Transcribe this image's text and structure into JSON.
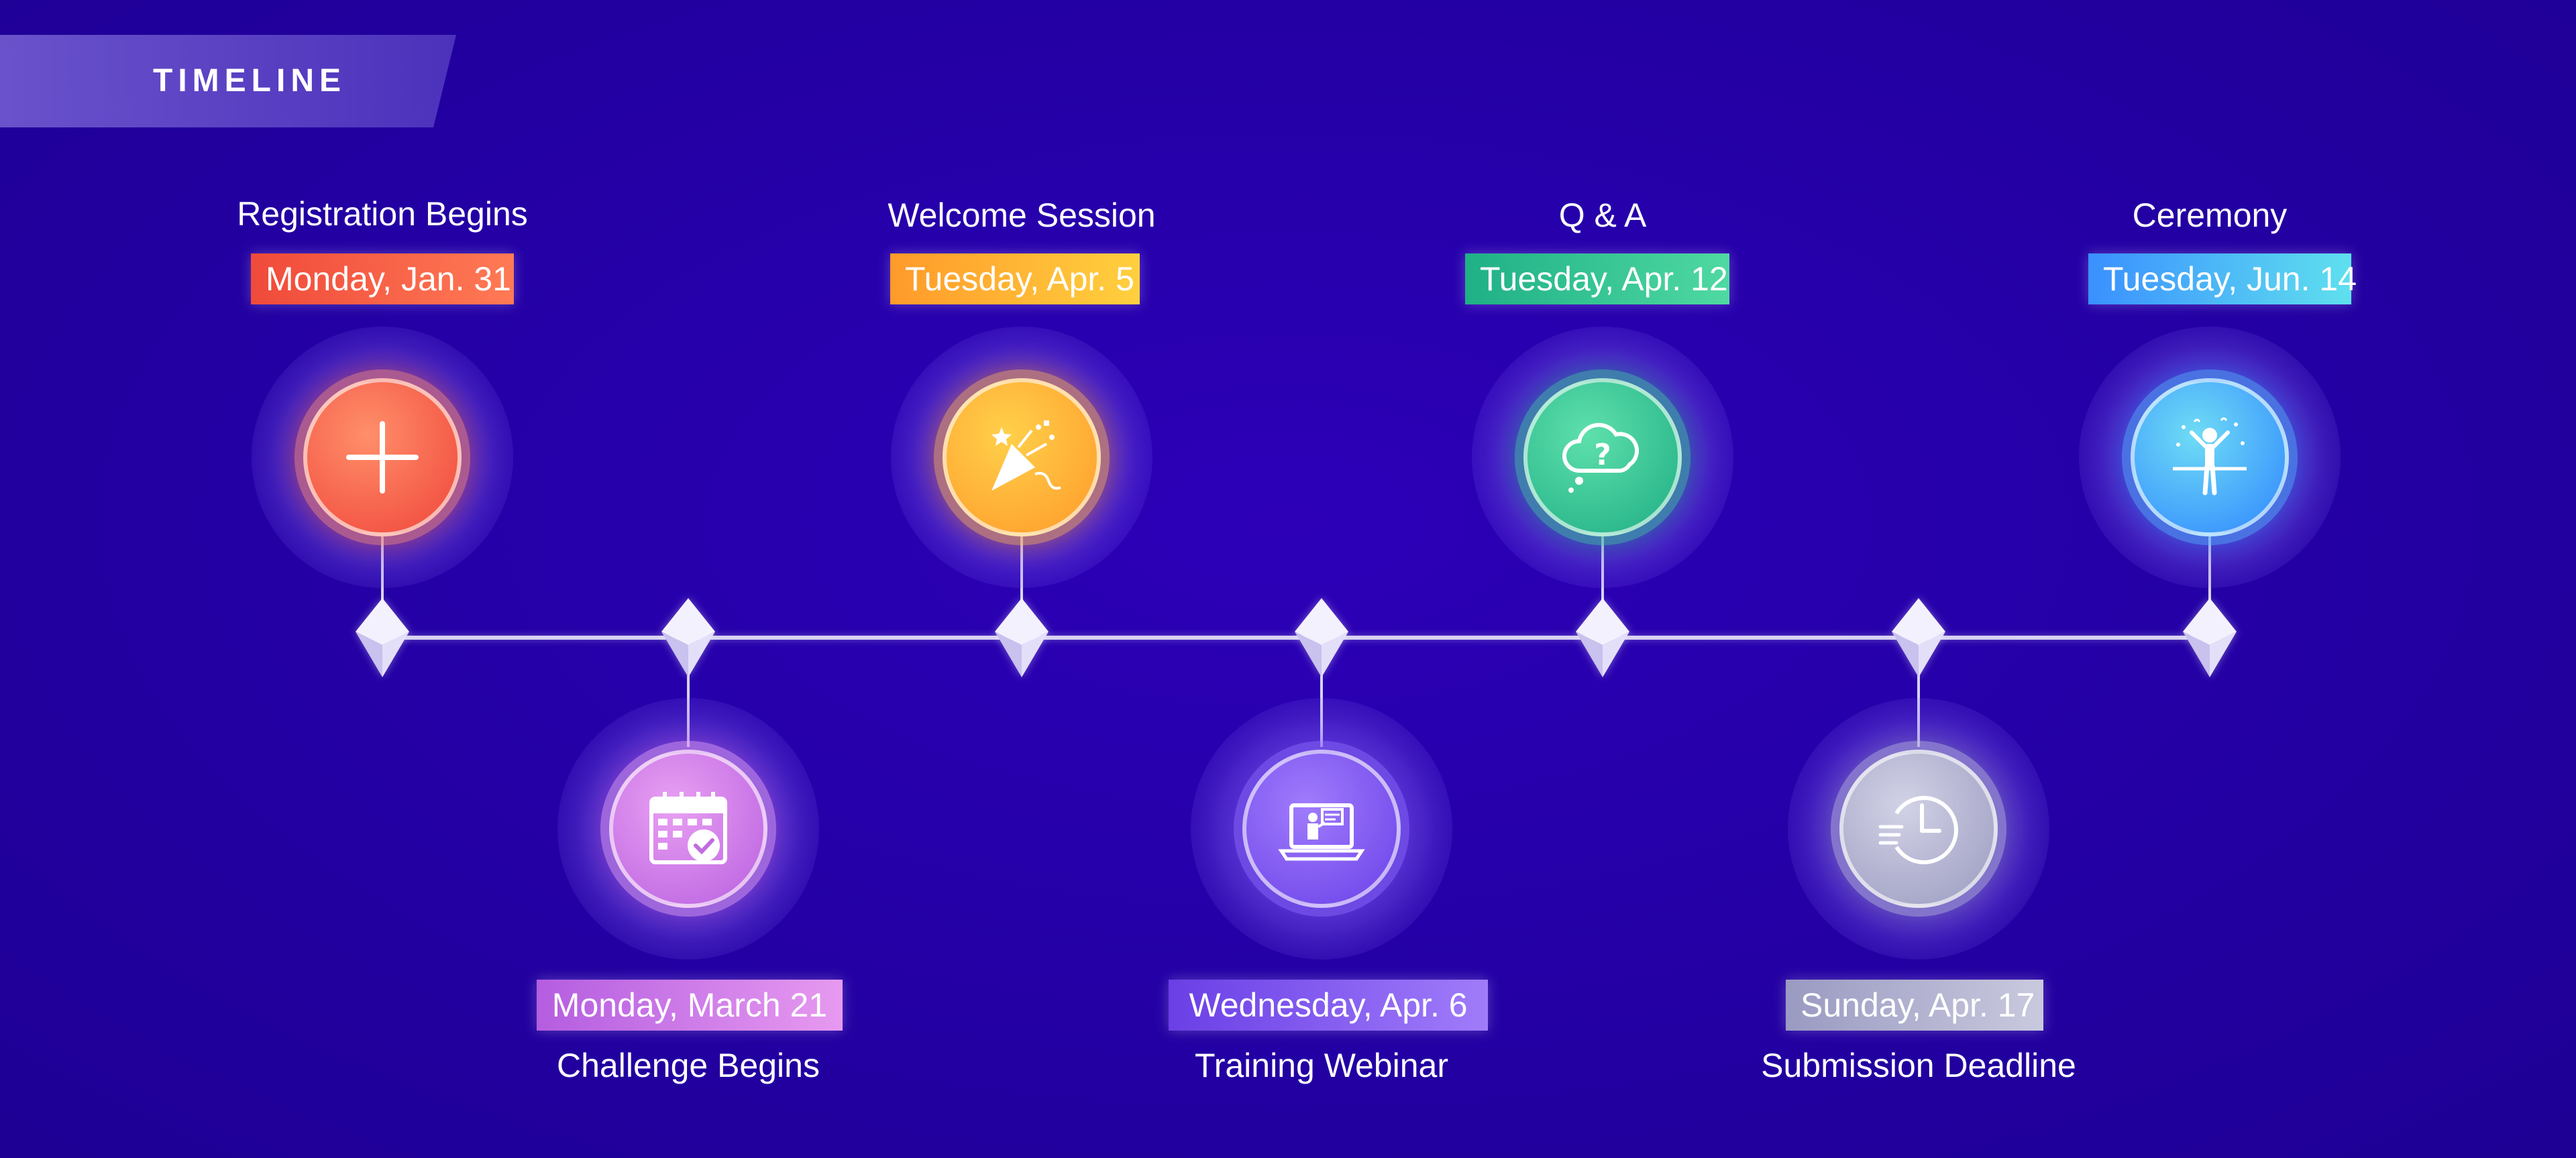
{
  "header": {
    "title": "TIMELINE"
  },
  "events": [
    {
      "title": "Registration Begins",
      "date": "Monday, Jan. 31",
      "icon": "plus-icon",
      "colors": [
        "#ff6b4a",
        "#f0453a"
      ],
      "ring": "#ff8a6b"
    },
    {
      "title": "Challenge Begins",
      "date": "Monday, March 21",
      "icon": "calendar-check-icon",
      "colors": [
        "#d985e8",
        "#b85fe0"
      ],
      "ring": "#e8a0f5"
    },
    {
      "title": "Welcome Session",
      "date": "Tuesday, Apr. 5",
      "icon": "party-popper-icon",
      "colors": [
        "#ffa22e",
        "#ffc53d"
      ],
      "ring": "#ffb04a"
    },
    {
      "title": "Training Webinar",
      "date": "Wednesday, Apr. 6",
      "icon": "laptop-presentation-icon",
      "colors": [
        "#7a50f2",
        "#9d72fa"
      ],
      "ring": "#8f6bff"
    },
    {
      "title": "Q & A",
      "date": "Tuesday, Apr. 12",
      "icon": "question-cloud-icon",
      "colors": [
        "#22b88a",
        "#4bd6a0"
      ],
      "ring": "#39c99a"
    },
    {
      "title": "Submission Deadline",
      "date": "Sunday, Apr. 17",
      "icon": "clock-icon",
      "colors": [
        "#9c9cc2",
        "#c6c6dd"
      ],
      "ring": "#b8b8d8"
    },
    {
      "title": "Ceremony",
      "date": "Tuesday, Jun. 14",
      "icon": "celebrating-person-icon",
      "colors": [
        "#3d9dff",
        "#5ad8f0"
      ],
      "ring": "#4fb4ff"
    }
  ]
}
